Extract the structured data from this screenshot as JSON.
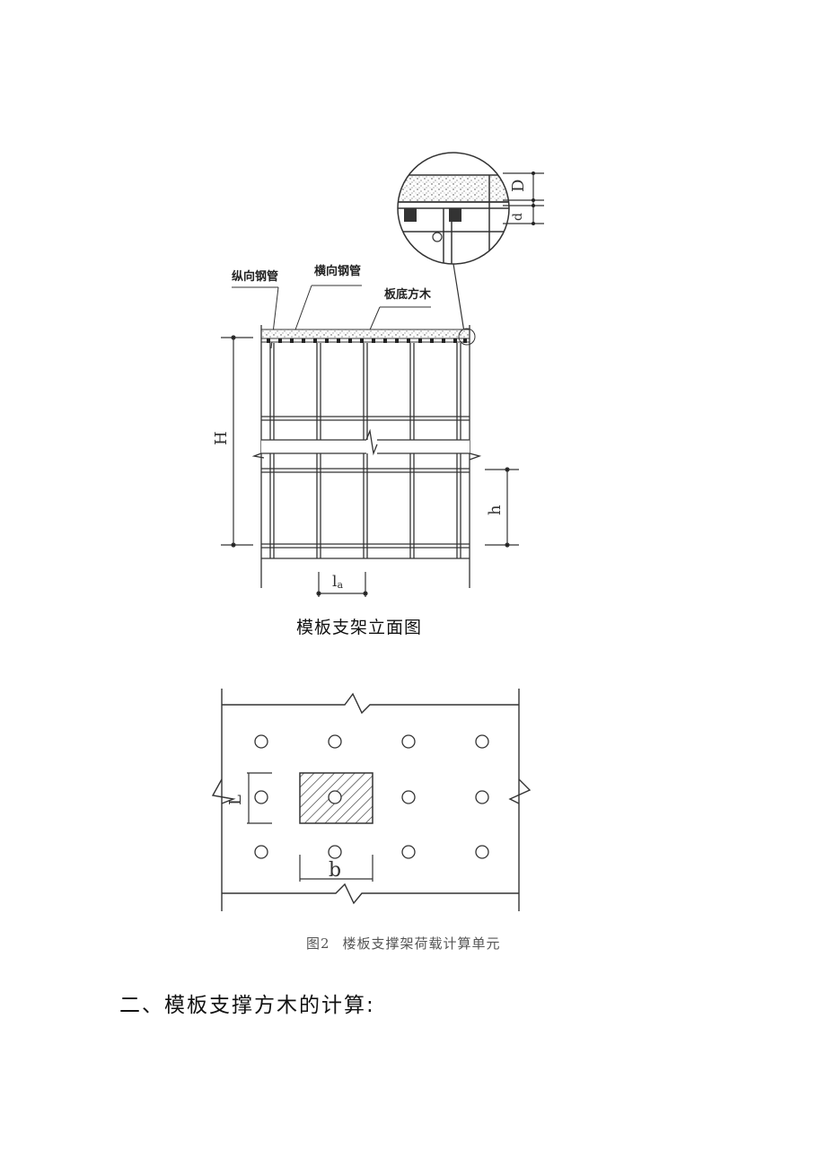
{
  "figure1": {
    "caption": "模板支架立面图",
    "labels": {
      "longitudinal_pipe": "纵向钢管",
      "transverse_pipe": "横向钢管",
      "bottom_timber": "板底方木"
    },
    "dimensions": {
      "total_height": "H",
      "step_height": "h",
      "spacing": "la",
      "slab_thickness": "D",
      "timber_depth": "d"
    }
  },
  "figure2": {
    "number": "图2",
    "caption": "楼板支撑架荷载计算单元",
    "dimensions": {
      "length": "L",
      "width": "b"
    }
  },
  "section": {
    "heading": "二、模板支撑方木的计算:"
  }
}
